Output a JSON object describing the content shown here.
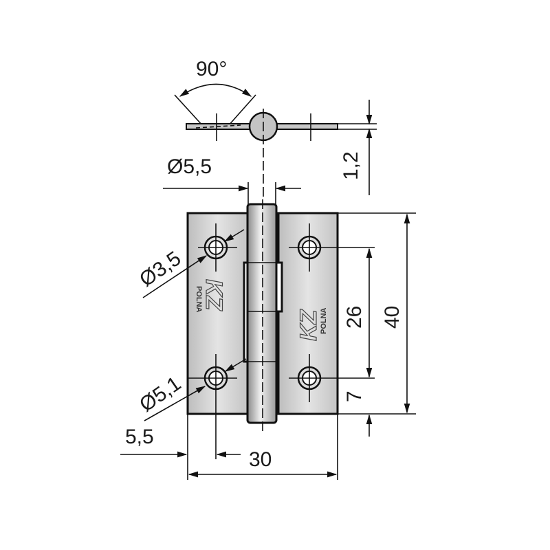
{
  "drawing": {
    "subject": "Butt hinge technical drawing",
    "units": "mm",
    "brand_logo": "KZ",
    "brand_sub": "POLNA",
    "colors": {
      "line": "#111111",
      "plate": "#c8c8c8",
      "plate_light": "#e6e6e6",
      "background": "#ffffff"
    }
  },
  "dimensions": {
    "opening_angle": "90°",
    "pin_diameter": "Ø5,5",
    "leaf_thickness": "1,2",
    "hole_diameter": "Ø3,5",
    "countersink_diameter": "Ø5,1",
    "hole_edge_offset": "5,5",
    "total_width": "30",
    "total_height": "40",
    "hole_spacing": "26",
    "hole_bottom_offset": "7"
  }
}
